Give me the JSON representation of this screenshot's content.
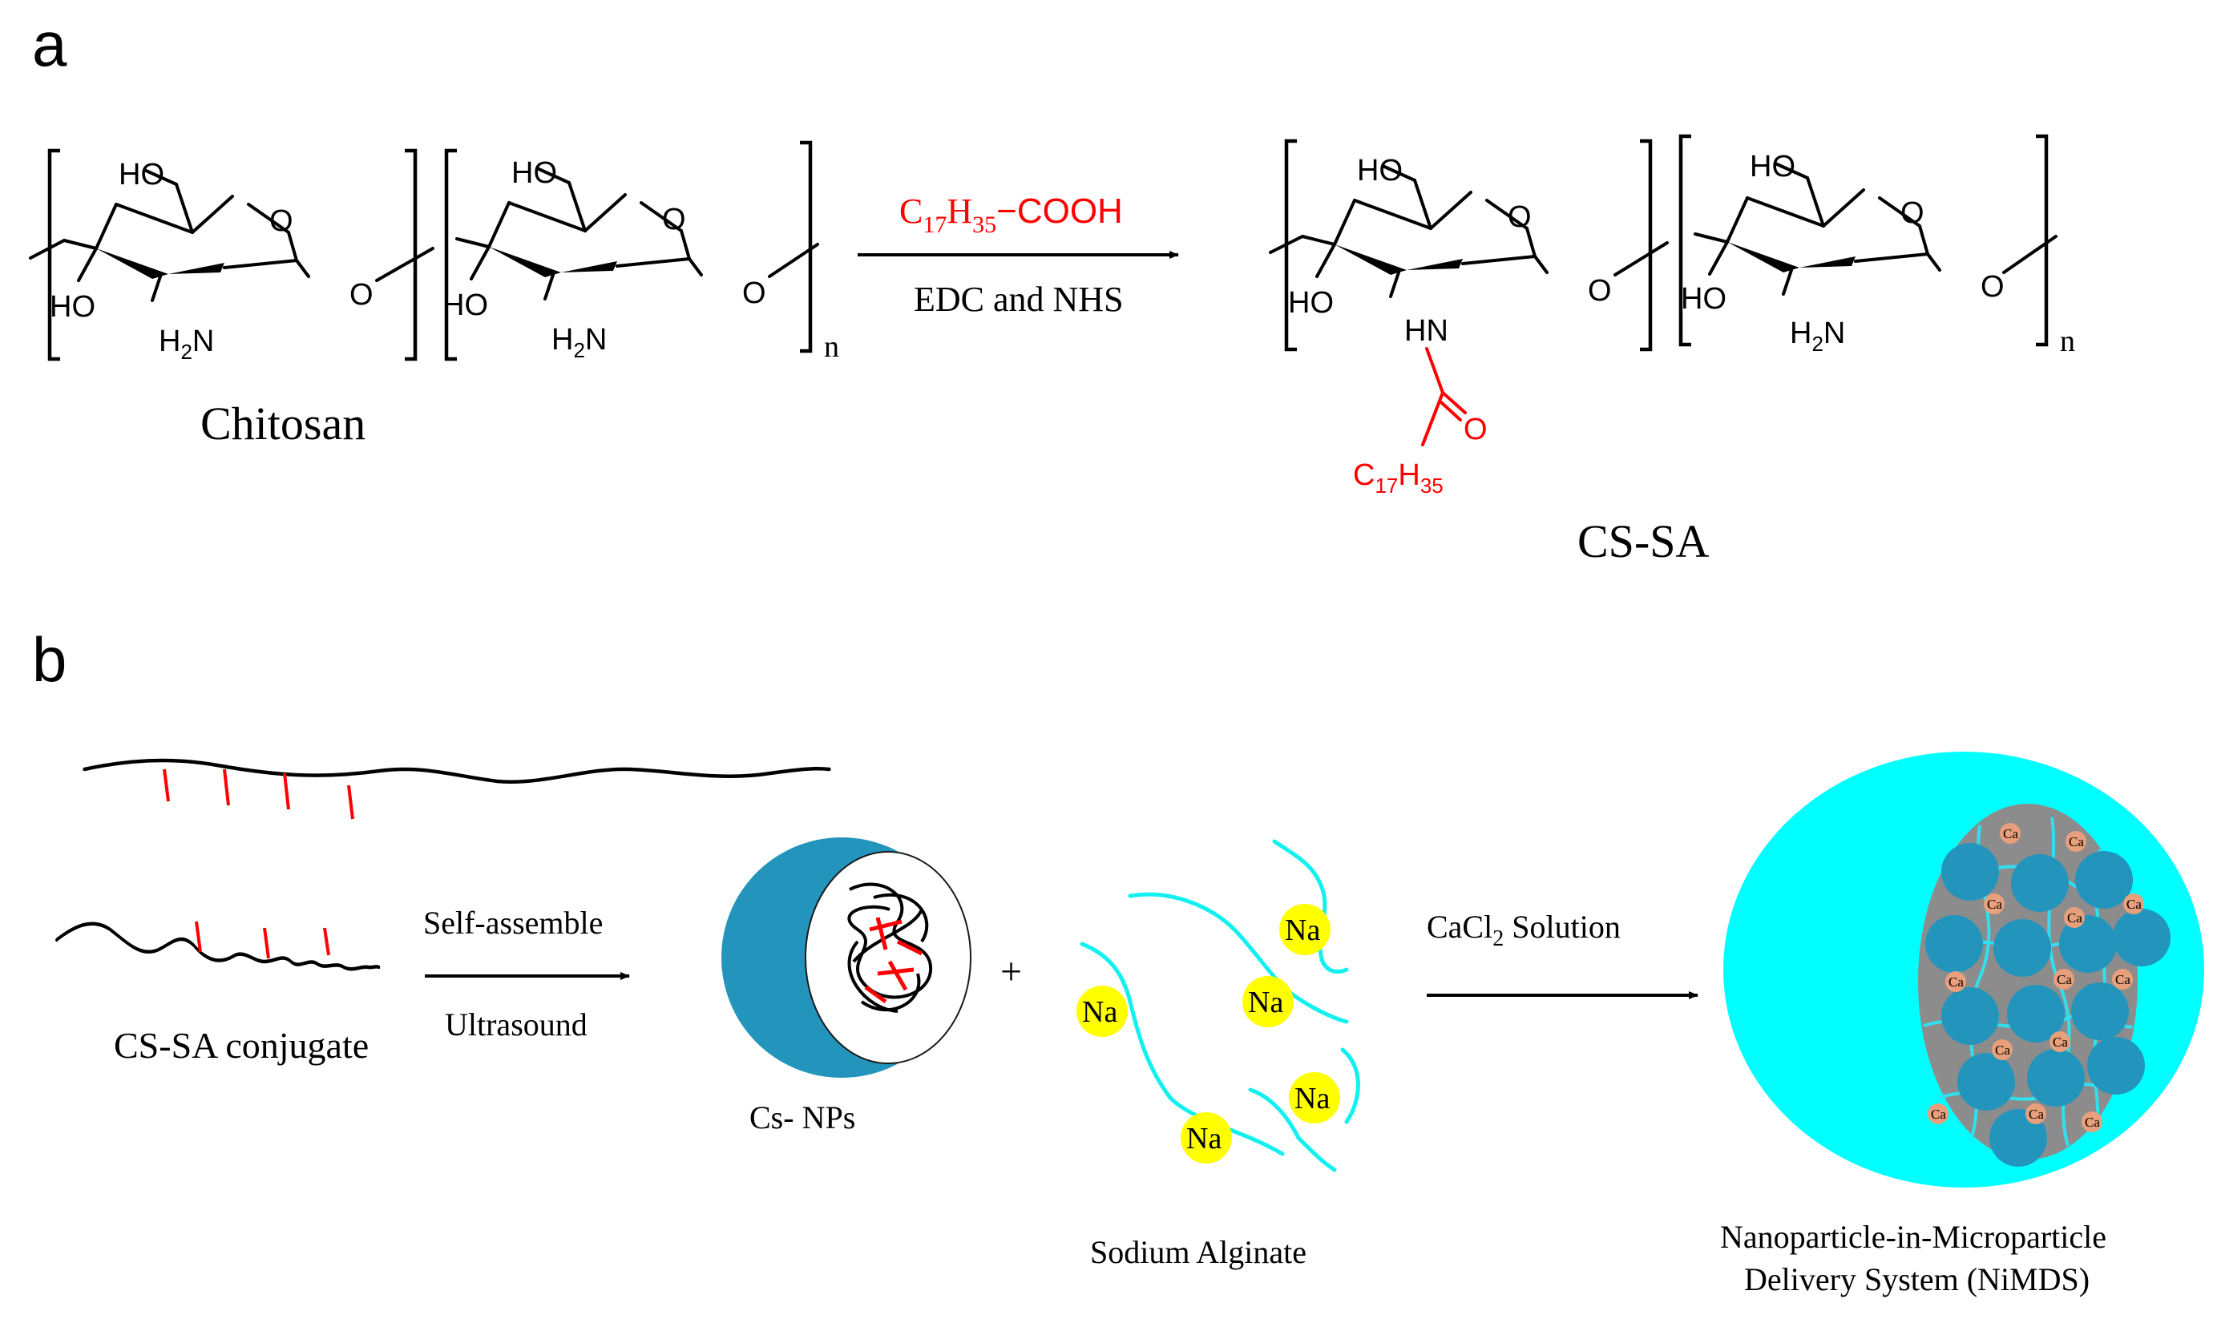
{
  "panels": {
    "a": "a",
    "b": "b"
  },
  "scheme_a": {
    "reactant_name": "Chitosan",
    "product_name": "CS-SA",
    "repeat_n": "n",
    "reagent_main": "C",
    "reagent_sub1": "17",
    "reagent_h": "H",
    "reagent_sub2": "35",
    "reagent_tail": "−COOH",
    "conditions": "EDC and NHS",
    "atoms": {
      "ho": "HO",
      "o": "O",
      "h2n_h": "H",
      "h2n_2": "2",
      "h2n_n": "N",
      "hn": "HN",
      "carbonyl_o": "O",
      "chain_c": "C",
      "chain_17": "17",
      "chain_h": "H",
      "chain_35": "35"
    },
    "colors": {
      "stearic_acid": "#ff0000",
      "structure": "#000000"
    }
  },
  "scheme_b": {
    "conjugate_label": "CS-SA conjugate",
    "step1_top": "Self-assemble",
    "step1_bottom": "Ultrasound",
    "nanoparticle_label": "Cs- NPs",
    "plus": "+",
    "alginate_label": "Sodium Alginate",
    "sodium_ion": "Na",
    "step2_main": "CaCl",
    "step2_sub": "2",
    "step2_tail": " Solution",
    "calcium_ion": "Ca",
    "product_line1": "Nanoparticle-in-Microparticle",
    "product_line2": "Delivery System (NiMDS)",
    "colors": {
      "nanoparticle": "#2394bc",
      "alginate_strand": "#12f0f0",
      "sodium": "#ffff00",
      "microparticle": "#00ffff",
      "core": "#8c8c8c",
      "calcium": "#e8a07c",
      "hydrophobic_tail": "#ff0000"
    }
  }
}
